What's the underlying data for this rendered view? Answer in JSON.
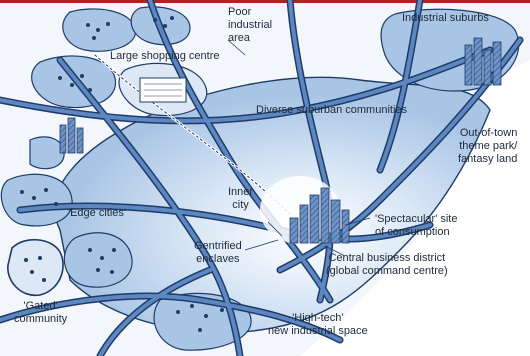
{
  "colors": {
    "water": "#cfe0f3",
    "land_light": "#eef4fb",
    "road": "#3f6da6",
    "road_outline": "#1f3c66",
    "cluster": "#5c83bb",
    "frame_top": "#b22222"
  },
  "labels": {
    "industrial_suburbs": "Industrial suburbs",
    "poor_industrial_area": [
      "Poor",
      "industrial",
      "area"
    ],
    "large_shopping_centre": "Large shopping centre",
    "diverse_suburban": "Diverse suburban communities",
    "out_of_town": [
      "Out-of-town",
      "theme park/",
      "fantasy land"
    ],
    "inner_city": [
      "Inner",
      "city"
    ],
    "spectacular": [
      "'Spectacular' site",
      "of consumption"
    ],
    "edge_cities": "'Edge cities'",
    "gentrified": [
      "Gentrified",
      "enclaves"
    ],
    "cbd": [
      "Central business district",
      "(global command centre)"
    ],
    "gated": [
      "'Gated'",
      "community"
    ],
    "high_tech": [
      "'High-tech'",
      "new industrial space"
    ]
  }
}
